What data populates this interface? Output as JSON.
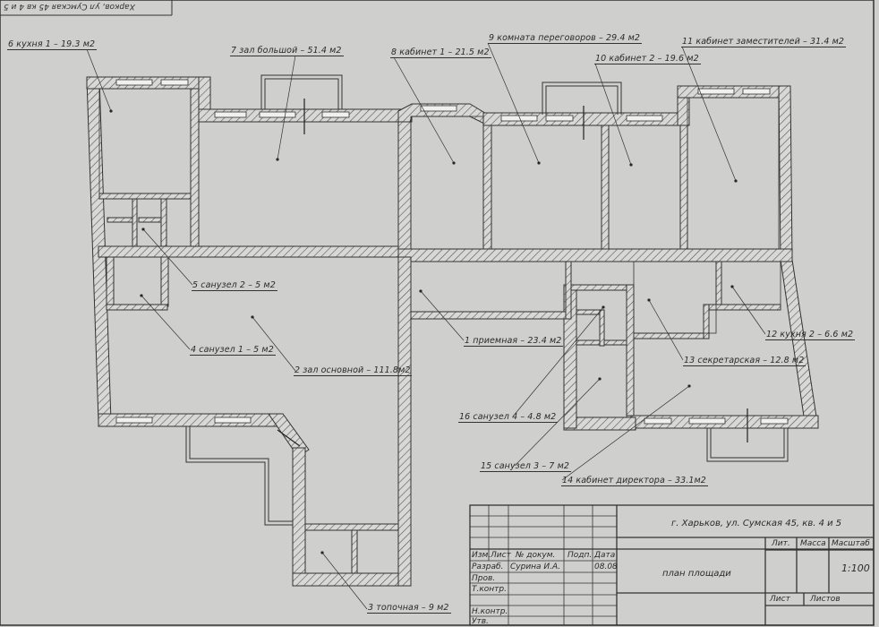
{
  "header_text": "Харков, ул Сумская 45 кв 4 и 5",
  "rooms": [
    {
      "id": "room-1",
      "label": "1 приемная – 23.4 м2"
    },
    {
      "id": "room-2",
      "label": "2 зал основной – 111.8м2"
    },
    {
      "id": "room-3",
      "label": "3 топочная – 9 м2"
    },
    {
      "id": "room-4",
      "label": "4 санузел 1 – 5 м2"
    },
    {
      "id": "room-5",
      "label": "5 санузел 2 – 5 м2"
    },
    {
      "id": "room-6",
      "label": "6 кухня 1 – 19.3 м2"
    },
    {
      "id": "room-7",
      "label": "7 зал большой – 51.4 м2"
    },
    {
      "id": "room-8",
      "label": "8 кабинет 1 – 21.5 м2"
    },
    {
      "id": "room-9",
      "label": "9 комната переговоров – 29.4 м2"
    },
    {
      "id": "room-10",
      "label": "10 кабинет 2 – 19.6 м2"
    },
    {
      "id": "room-11",
      "label": "11 кабинет заместителей – 31.4 м2"
    },
    {
      "id": "room-12",
      "label": "12 кухня 2 – 6.6 м2"
    },
    {
      "id": "room-13",
      "label": "13 секретарская – 12.8 м2"
    },
    {
      "id": "room-14",
      "label": "14 кабинет директора – 33.1м2"
    },
    {
      "id": "room-15",
      "label": "15 санузел 3 – 7 м2"
    },
    {
      "id": "room-16",
      "label": "16 санузел 4 – 4.8 м2"
    }
  ],
  "title_block": {
    "address": "г. Харьков, ул. Сумская 45, кв. 4 и 5",
    "col_headers": [
      "Изм.",
      "Лист",
      "№ докум.",
      "Подп.",
      "Дата"
    ],
    "rows": [
      {
        "role": "Разраб.",
        "name": "Сурина И.А.",
        "date": "08.08"
      },
      {
        "role": "Пров.",
        "name": "",
        "date": ""
      },
      {
        "role": "Т.контр.",
        "name": "",
        "date": ""
      },
      {
        "role": "Н.контр.",
        "name": "",
        "date": ""
      },
      {
        "role": "Утв.",
        "name": "",
        "date": ""
      }
    ],
    "doc_title": "план площади",
    "lit_label": "Лит.",
    "mass_label": "Масса",
    "scale_label": "Масштаб",
    "scale_value": "1:100",
    "sheet_label": "Лист",
    "sheets_label": "Листов"
  }
}
